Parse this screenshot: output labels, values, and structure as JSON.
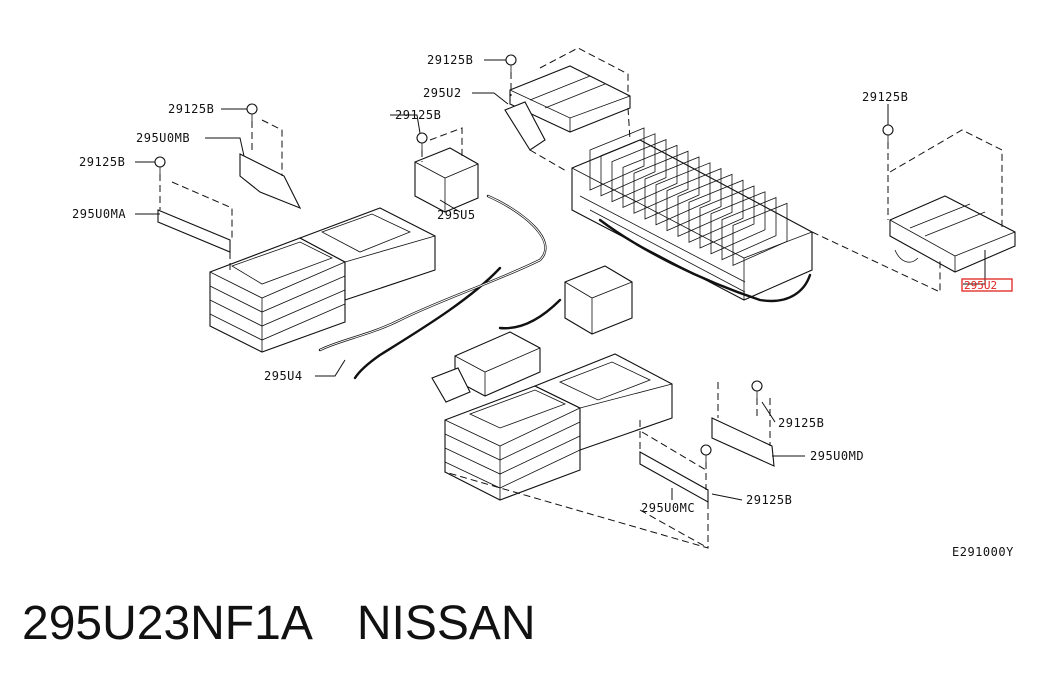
{
  "diagram": {
    "callouts": {
      "bolt_top_center": "29125B",
      "tray_top": "295U2",
      "bolt_left_upper": "29125B",
      "bracket_b": "295U0MB",
      "bolt_center_small": "29125B",
      "bolt_left_mid": "29125B",
      "bracket_a": "295U0MA",
      "junction": "295U5",
      "harness": "295U4",
      "bolt_right_top": "29125B",
      "highlighted_part": "295U2",
      "bolt_right_mid": "29125B",
      "bracket_d": "295U0MD",
      "bolt_right_low": "29125B",
      "bracket_c": "295U0MC"
    },
    "diagram_id": "E291000Y",
    "highlight_color": "#e0231e"
  },
  "caption": {
    "part_number": "295U23NF1A",
    "brand": "NISSAN"
  }
}
